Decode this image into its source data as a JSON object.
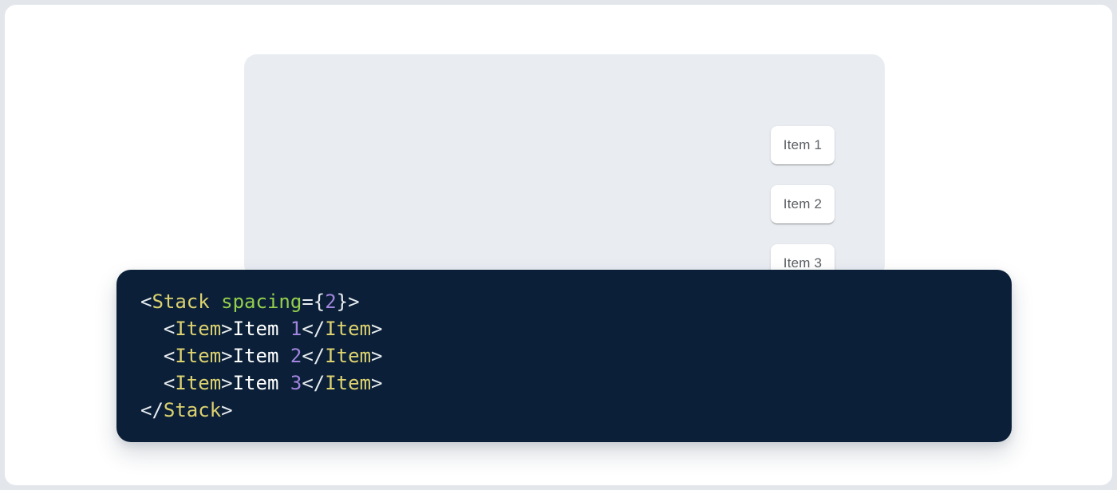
{
  "colors": {
    "page_bg": "#e3e7eb",
    "card_bg": "#ffffff",
    "panel_bg": "#e9edf2",
    "code_bg": "#0b2038",
    "token_tag": "#ddd26f",
    "token_attr": "#94cf4c",
    "token_number": "#a184dd",
    "token_punct": "#e8ecf0",
    "token_plain": "#ffffff",
    "item_text": "#5f6368"
  },
  "demo": {
    "items": [
      {
        "label": "Item 1"
      },
      {
        "label": "Item 2"
      },
      {
        "label": "Item 3"
      }
    ]
  },
  "code": {
    "lines": [
      {
        "tokens": [
          {
            "t": "punct",
            "v": "<"
          },
          {
            "t": "tag",
            "v": "Stack"
          },
          {
            "t": "plain",
            "v": " "
          },
          {
            "t": "attr",
            "v": "spacing"
          },
          {
            "t": "punct",
            "v": "={"
          },
          {
            "t": "num",
            "v": "2"
          },
          {
            "t": "punct",
            "v": "}>"
          }
        ]
      },
      {
        "tokens": [
          {
            "t": "punct",
            "v": "  <"
          },
          {
            "t": "tag",
            "v": "Item"
          },
          {
            "t": "punct",
            "v": ">"
          },
          {
            "t": "plain",
            "v": "Item "
          },
          {
            "t": "num",
            "v": "1"
          },
          {
            "t": "punct",
            "v": "</"
          },
          {
            "t": "tag",
            "v": "Item"
          },
          {
            "t": "punct",
            "v": ">"
          }
        ]
      },
      {
        "tokens": [
          {
            "t": "punct",
            "v": "  <"
          },
          {
            "t": "tag",
            "v": "Item"
          },
          {
            "t": "punct",
            "v": ">"
          },
          {
            "t": "plain",
            "v": "Item "
          },
          {
            "t": "num",
            "v": "2"
          },
          {
            "t": "punct",
            "v": "</"
          },
          {
            "t": "tag",
            "v": "Item"
          },
          {
            "t": "punct",
            "v": ">"
          }
        ]
      },
      {
        "tokens": [
          {
            "t": "punct",
            "v": "  <"
          },
          {
            "t": "tag",
            "v": "Item"
          },
          {
            "t": "punct",
            "v": ">"
          },
          {
            "t": "plain",
            "v": "Item "
          },
          {
            "t": "num",
            "v": "3"
          },
          {
            "t": "punct",
            "v": "</"
          },
          {
            "t": "tag",
            "v": "Item"
          },
          {
            "t": "punct",
            "v": ">"
          }
        ]
      },
      {
        "tokens": [
          {
            "t": "punct",
            "v": "</"
          },
          {
            "t": "tag",
            "v": "Stack"
          },
          {
            "t": "punct",
            "v": ">"
          }
        ]
      }
    ]
  }
}
